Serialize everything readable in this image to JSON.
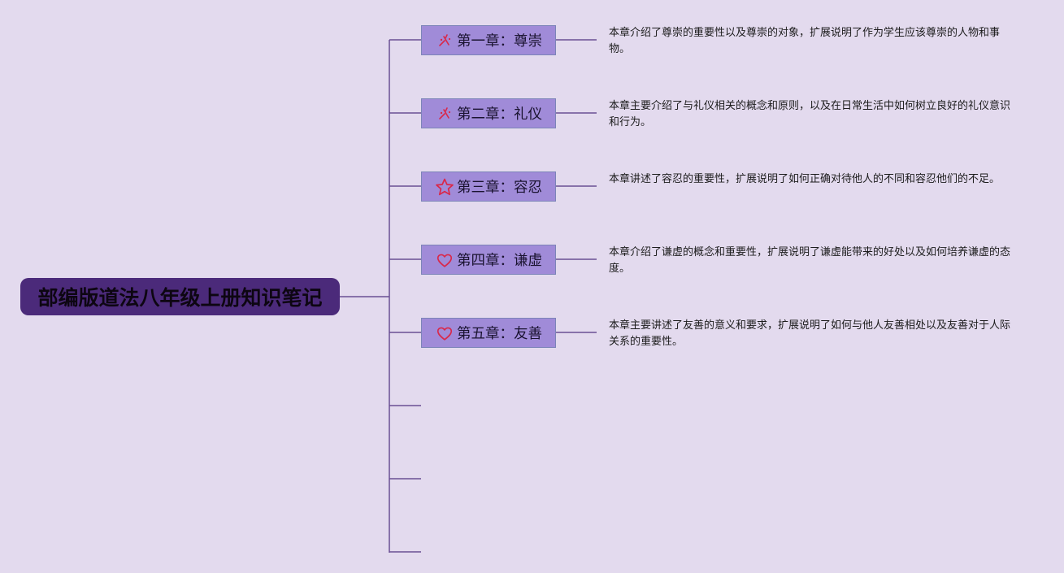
{
  "root": {
    "title": "部编版道法八年级上册知识笔记"
  },
  "chapters": [
    {
      "label": "第一章：尊崇",
      "icon": "party-popper-icon",
      "description": "本章介绍了尊崇的重要性以及尊崇的对象，扩展说明了作为学生应该尊崇的人物和事物。"
    },
    {
      "label": "第二章：礼仪",
      "icon": "party-popper-icon",
      "description": "本章主要介绍了与礼仪相关的概念和原则，以及在日常生活中如何树立良好的礼仪意识和行为。"
    },
    {
      "label": "第三章：容忍",
      "icon": "star-icon",
      "description": "本章讲述了容忍的重要性，扩展说明了如何正确对待他人的不同和容忍他们的不足。"
    },
    {
      "label": "第四章：谦虚",
      "icon": "heart-icon",
      "description": "本章介绍了谦虚的概念和重要性，扩展说明了谦虚能带来的好处以及如何培养谦虚的态度。"
    },
    {
      "label": "第五章：友善",
      "icon": "heart-icon",
      "description": "本章主要讲述了友善的意义和要求，扩展说明了如何与他人友善相处以及友善对于人际关系的重要性。"
    }
  ],
  "empty_branch_count": 3,
  "colors": {
    "background": "#e3daee",
    "root_fill": "#4b2a7a",
    "chapter_fill": "#a08bd8",
    "chapter_border": "#7c84b8",
    "connector": "#6a4f94",
    "icon": "#d9284a"
  }
}
